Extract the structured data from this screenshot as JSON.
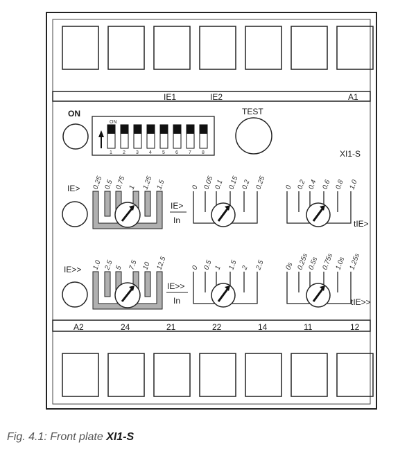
{
  "terminals_mid": {
    "ie1": "IE1",
    "ie2": "IE2",
    "a1": "A1"
  },
  "terminals_bottom": [
    "A2",
    "24",
    "21",
    "22",
    "14",
    "11",
    "12"
  ],
  "on_label": "ON",
  "test_label": "TEST",
  "device_name": "XI1-S",
  "dip": {
    "on_mark": "ON",
    "numbers": [
      "1",
      "2",
      "3",
      "4",
      "5",
      "6",
      "7",
      "8"
    ]
  },
  "row1": {
    "led_label": "IE>",
    "fraction_top": "IE>",
    "fraction_bottom": "In",
    "right_label": "tIE>",
    "switch1_scale": [
      "0.25",
      "0.5",
      "0.75",
      "1",
      "1.25",
      "1.5"
    ],
    "switch2_scale": [
      "0",
      "0.05",
      "0.1",
      "0.15",
      "0.2",
      "0.25"
    ],
    "switch3_scale": [
      "0",
      "0.2",
      "0.4",
      "0.6",
      "0.8",
      "1.0"
    ]
  },
  "row2": {
    "led_label": "IE>>",
    "fraction_top": "IE>>",
    "fraction_bottom": "In",
    "right_label": "tIE>>",
    "switch1_scale": [
      "1.0",
      "2.5",
      "5",
      "7.5",
      "10",
      "12.5"
    ],
    "switch2_scale": [
      "0",
      "0.5",
      "1",
      "1.5",
      "2",
      "2.5"
    ],
    "switch3_scale": [
      "0s",
      "0.25s",
      "0.5s",
      "0.75s",
      "1.0s",
      "1.25s"
    ]
  },
  "caption": {
    "prefix": "Fig. 4.1: Front plate ",
    "bold": "XI1-S"
  }
}
